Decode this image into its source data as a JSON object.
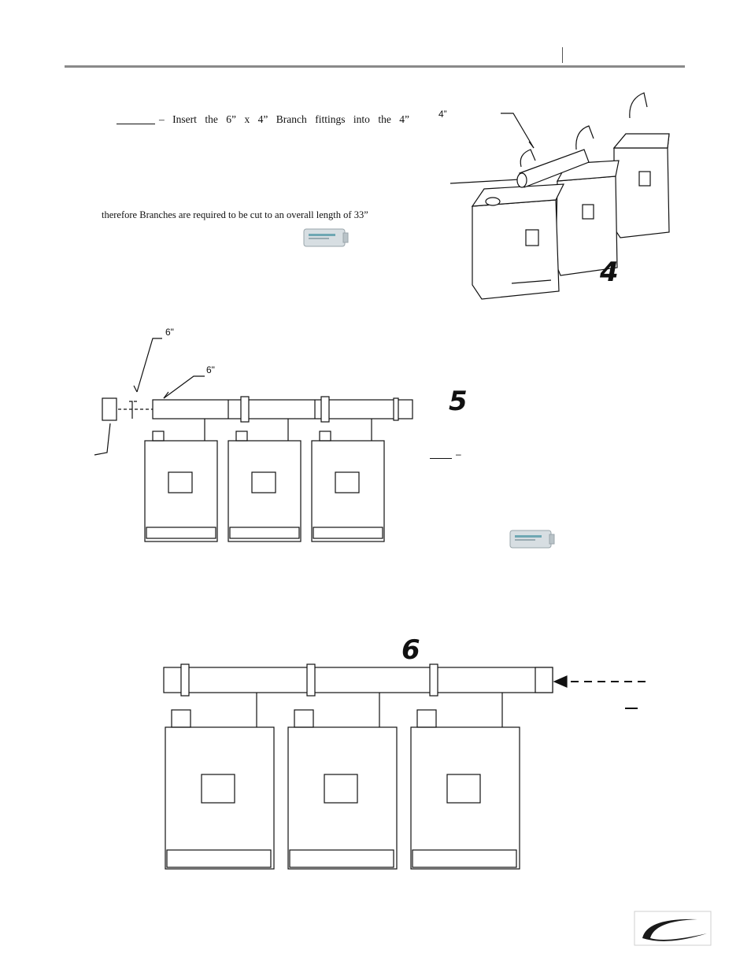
{
  "header": {},
  "step4": {
    "text": "–  Insert  the  6”  x  4”  Branch  fittings  into  the  4”",
    "note": "therefore Branches are required to be cut to an overall length of 33”"
  },
  "figures": {
    "fig4": {
      "number": "4",
      "label": "4”"
    },
    "fig5": {
      "number": "5",
      "label_a": "6\"",
      "label_b": "6\"",
      "dash": "–"
    },
    "fig6": {
      "number": "6"
    }
  },
  "colors": {
    "rule": "#8a8a8a",
    "tube_cap": "#c8d3d8",
    "logo": "#1a1a1a"
  }
}
